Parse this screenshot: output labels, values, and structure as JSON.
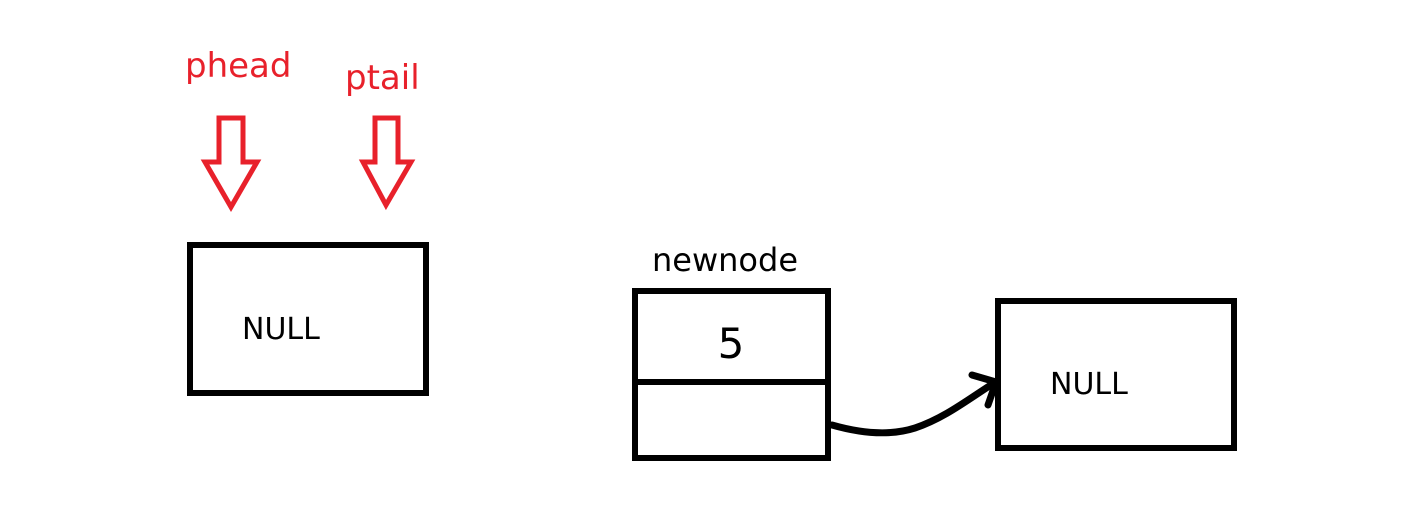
{
  "diagram": {
    "colors": {
      "pointer": "#e8212b",
      "outline": "#000000",
      "background": "#ffffff"
    },
    "pointers": {
      "head_label": "phead",
      "tail_label": "ptail"
    },
    "empty_list_node": {
      "text": "NULL"
    },
    "new_node": {
      "label": "newnode",
      "value": "5"
    },
    "next_target_node": {
      "text": "NULL"
    }
  }
}
